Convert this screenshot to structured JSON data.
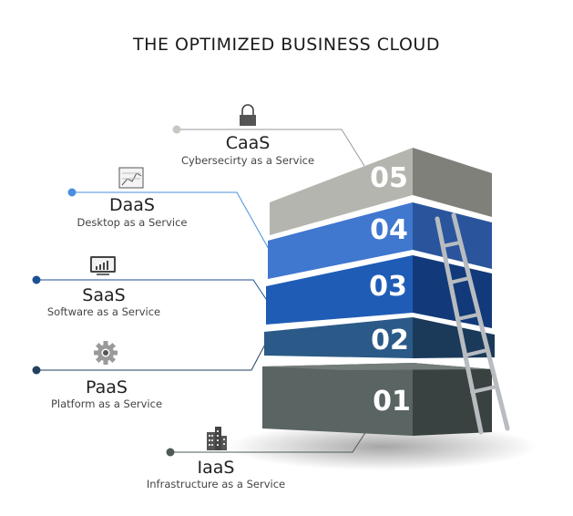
{
  "title": "THE OPTIMIZED BUSINESS CLOUD",
  "layers": [
    {
      "number": "05",
      "name": "CaaS",
      "desc": "Cybersecirty as a Service",
      "icon": "padlock-icon",
      "color": "#a9aaa3",
      "dot": "#c8c8c2"
    },
    {
      "number": "04",
      "name": "DaaS",
      "desc": "Desktop as a Service",
      "icon": "line-chart-icon",
      "color": "#3d73c9",
      "dot": "#4a8fe0"
    },
    {
      "number": "03",
      "name": "SaaS",
      "desc": "Software as a Service",
      "icon": "monitor-chart-icon",
      "color": "#1d55a8",
      "dot": "#1c4f96"
    },
    {
      "number": "02",
      "name": "PaaS",
      "desc": "Platform as a Service",
      "icon": "gear-icon",
      "color": "#234d78",
      "dot": "#23415f"
    },
    {
      "number": "01",
      "name": "IaaS",
      "desc": "Infrastructure as a Service",
      "icon": "buildings-icon",
      "color": "#4b5553",
      "dot": "#4f5a58"
    }
  ]
}
